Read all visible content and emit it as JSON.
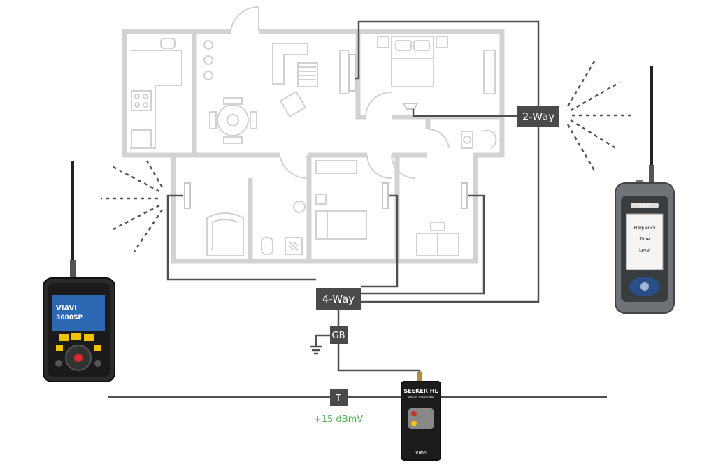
{
  "labels": {
    "two_way": "2-Way",
    "four_way": "4-Way",
    "ground_block": "GB",
    "tap": "T",
    "tap_level": "+15 dBmV"
  },
  "devices": {
    "left_meter": {
      "brand": "VIAVI",
      "model": "3600SP"
    },
    "transmitter": {
      "name": "SEEKER HL",
      "subtitle": "Return Transmitter",
      "brand": "VIAVI"
    },
    "right_meter": {
      "brand": "VIAVI",
      "screen": [
        "Frequency",
        "Time",
        "Level"
      ]
    }
  },
  "colors": {
    "wall": "#d2d2d2",
    "cable": "#505050",
    "box": "#4a4a4a",
    "level_text": "#4caf50"
  }
}
